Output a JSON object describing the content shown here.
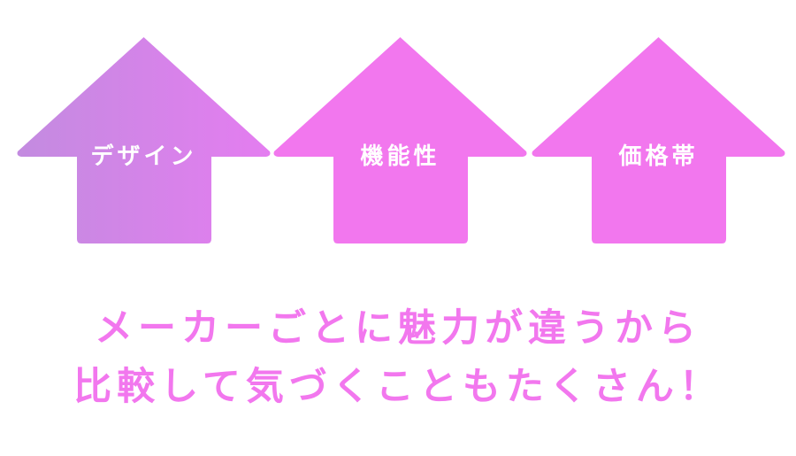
{
  "arrows": [
    {
      "label": "デザイン",
      "color_start": "#c38be0",
      "color_end": "#e47df0"
    },
    {
      "label": "機能性",
      "color_start": "#f277ee",
      "color_end": "#f277ee"
    },
    {
      "label": "価格帯",
      "color_start": "#f277ee",
      "color_end": "#f277ee"
    }
  ],
  "caption": {
    "line1": "メーカーごとに魅力が違うから",
    "line2": "比較して気づくこともたくさん！"
  },
  "colors": {
    "caption_text": "#f277ee",
    "arrow_text": "#ffffff",
    "background": "#ffffff"
  }
}
